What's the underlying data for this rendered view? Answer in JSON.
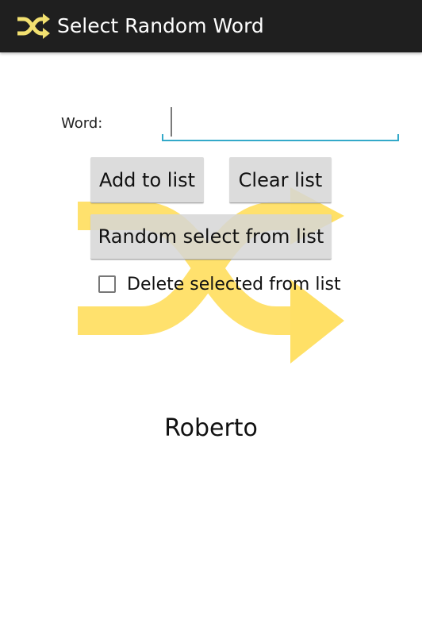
{
  "app_bar": {
    "title": "Select Random Word",
    "icon": "shuffle-icon",
    "background": "#1f1f1f",
    "icon_color": "#f2e070"
  },
  "form": {
    "word_label": "Word:",
    "word_value": "",
    "accent_color": "#33a9c9"
  },
  "buttons": {
    "add": "Add to list",
    "clear": "Clear list",
    "random": "Random select from list"
  },
  "options": {
    "delete_label": "Delete selected from list",
    "delete_checked": false
  },
  "result": {
    "word": "Roberto"
  },
  "watermark": {
    "icon": "shuffle-icon",
    "color": "#ffe066"
  }
}
